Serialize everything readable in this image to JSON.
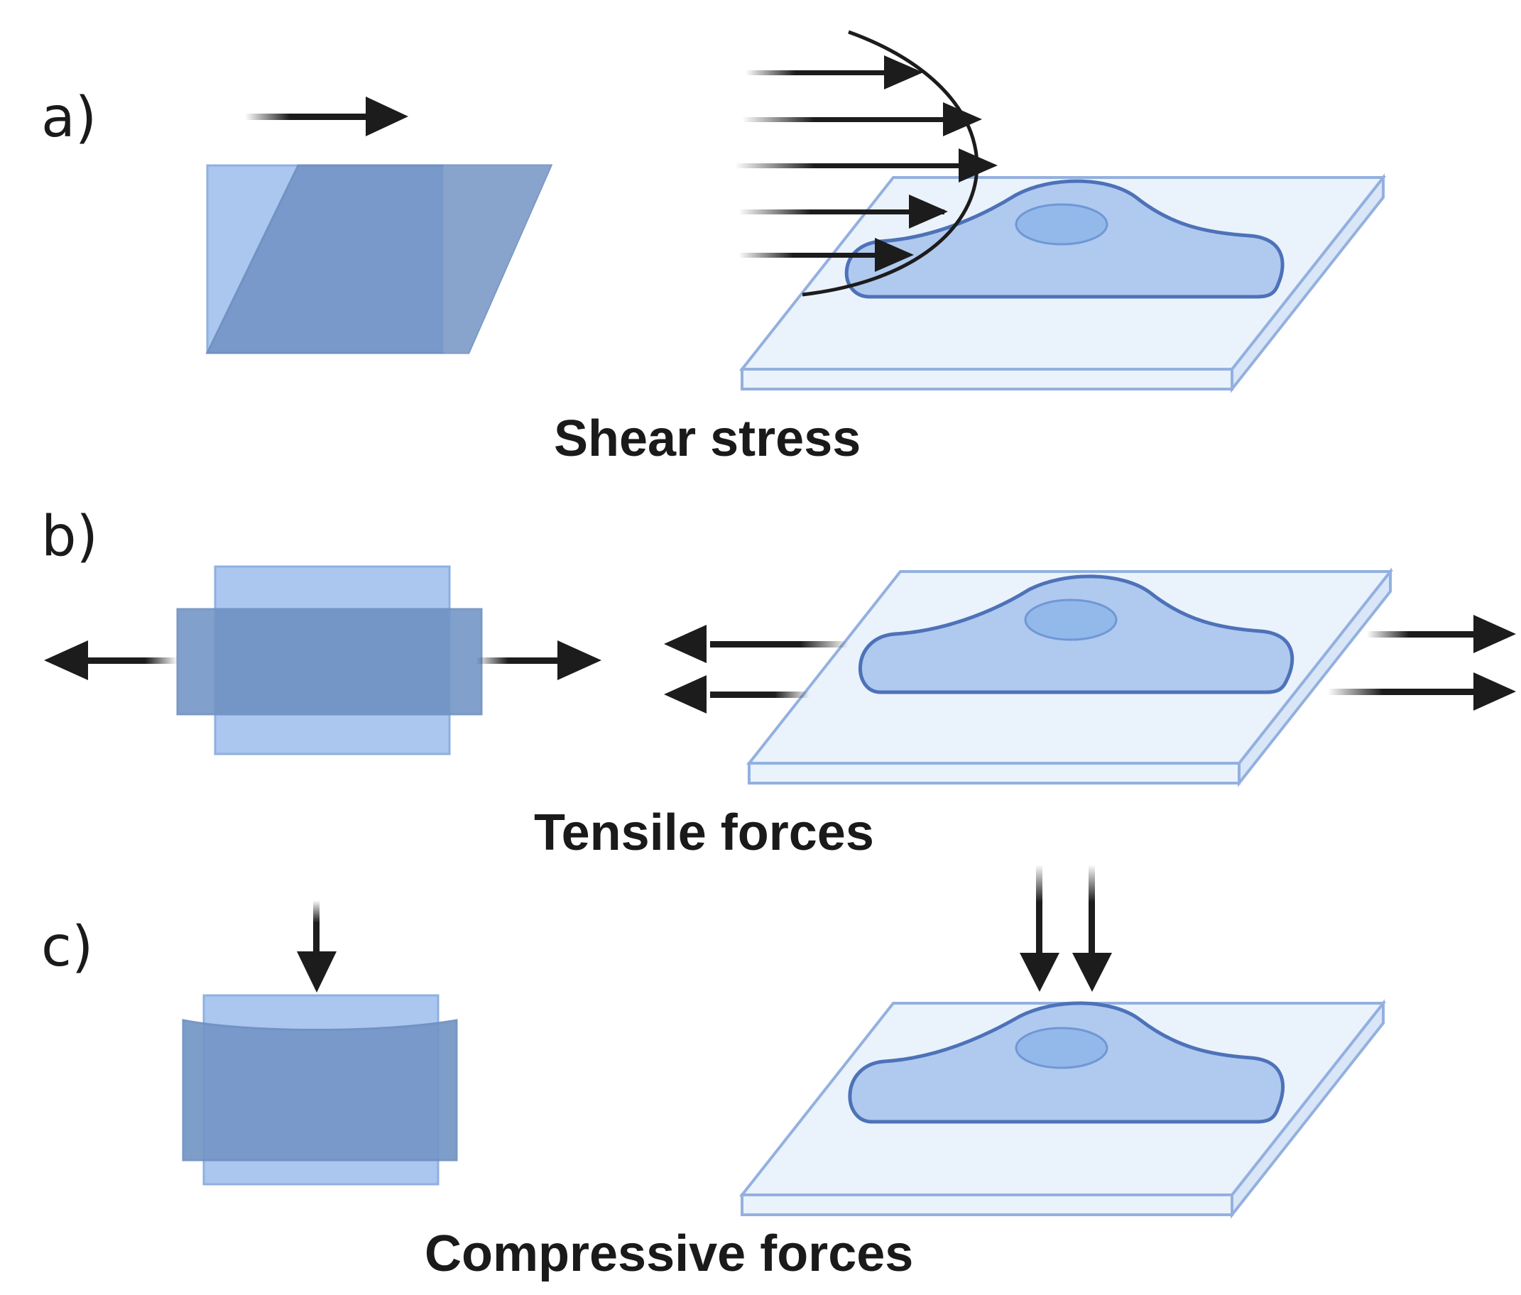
{
  "panels": [
    {
      "id": "a",
      "letter": "a)",
      "caption": "Shear stress"
    },
    {
      "id": "b",
      "letter": "b)",
      "caption": "Tensile forces"
    },
    {
      "id": "c",
      "letter": "c)",
      "caption": "Compressive forces"
    }
  ],
  "colors": {
    "block_light": "#abc6ef",
    "block_dark": "#7496c6",
    "plate_top": "#eaf2fc",
    "plate_edge": "#93b0df",
    "cell_fill": "#b0c9ef",
    "cell_stroke": "#4d72b8",
    "nucleus_fill": "#93b8ea",
    "arrow": "#1c1c1c"
  }
}
